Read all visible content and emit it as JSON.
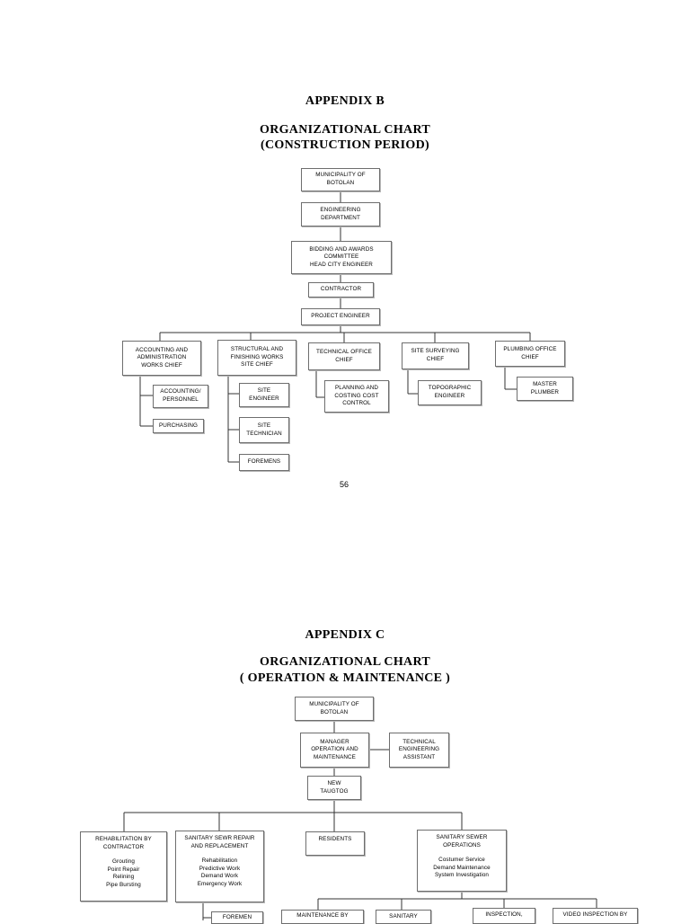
{
  "appendix_b": {
    "label": "APPENDIX B",
    "title": "ORGANIZATIONAL CHART",
    "subtitle": "(CONSTRUCTION PERIOD)",
    "nodes": {
      "municipality": [
        "MUNICIPALITY OF",
        "BOTOLAN"
      ],
      "engineering": [
        "ENGINEERING",
        "DEPARTMENT"
      ],
      "bac": [
        "BIDDING AND AWARDS",
        "COMMITTEE",
        "HEAD CITY ENGINEER"
      ],
      "contractor": [
        "CONTRACTOR"
      ],
      "project_engineer": [
        "PROJECT ENGINEER"
      ],
      "accounting_chief": [
        "ACCOUNTING AND",
        "ADMINISTRATION",
        "WORKS CHIEF"
      ],
      "accounting_personnel": [
        "ACCOUNTING/",
        "PERSONNEL"
      ],
      "purchasing": [
        "PURCHASING"
      ],
      "structural_chief": [
        "STRUCTURAL AND",
        "FINISHING WORKS",
        "SITE CHIEF"
      ],
      "site_engineer": [
        "SITE",
        "ENGINEER"
      ],
      "site_technician": [
        "SITE",
        "TECHNICIAN"
      ],
      "foremens": [
        "FOREMENS"
      ],
      "technical_office_chief": [
        "TECHNICAL OFFICE",
        "CHIEF"
      ],
      "planning_costing": [
        "PLANNING AND",
        "COSTING COST",
        "CONTROL"
      ],
      "site_surveying_chief": [
        "SITE SURVEYING",
        "CHIEF"
      ],
      "topographic_engineer": [
        "TOPOGRAPHIC",
        "ENGINEER"
      ],
      "plumbing_chief": [
        "PLUMBING OFFICE",
        "CHIEF"
      ],
      "master_plumber": [
        "MASTER",
        "PLUMBER"
      ]
    },
    "page_number": "56"
  },
  "appendix_c": {
    "label": "APPENDIX C",
    "title": "ORGANIZATIONAL CHART",
    "subtitle": "( OPERATION & MAINTENANCE )",
    "nodes": {
      "municipality": [
        "MUNICIPALITY OF",
        "BOTOLAN"
      ],
      "manager": [
        "MANAGER",
        "OPERATION AND",
        "MAINTENANCE"
      ],
      "tech_assistant": [
        "TECHNICAL",
        "ENGINEERING",
        "ASSISTANT"
      ],
      "new_taugtog": [
        "NEW",
        "TAUGTOG"
      ],
      "rehab_contractor": {
        "head": [
          "REHABILITATION BY",
          "CONTRACTOR"
        ],
        "items": [
          "Grouting",
          "Point Repair",
          "Relining",
          "Pipe Bursting"
        ]
      },
      "sanitary_repair": {
        "head": [
          "SANITARY SEWR REPAIR",
          "AND REPLACEMENT"
        ],
        "items": [
          "Rehabilitation",
          "Predictive Work",
          "Demand Work",
          "Emergency Work"
        ]
      },
      "residents": [
        "RESIDENTS"
      ],
      "sanitary_operations": {
        "head": [
          "SANITARY SEWER",
          "OPERATIONS"
        ],
        "items": [
          "Costumer Service",
          "Demand Maintenance",
          "System Investigation"
        ]
      },
      "foremen": [
        "FOREMEN"
      ],
      "maintenance_by": [
        "MAINTENANCE BY"
      ],
      "sanitary": [
        "SANITARY"
      ],
      "inspection": [
        "INSPECTION,"
      ],
      "video_inspection": [
        "VIDEO INSPECTION BY"
      ]
    }
  }
}
